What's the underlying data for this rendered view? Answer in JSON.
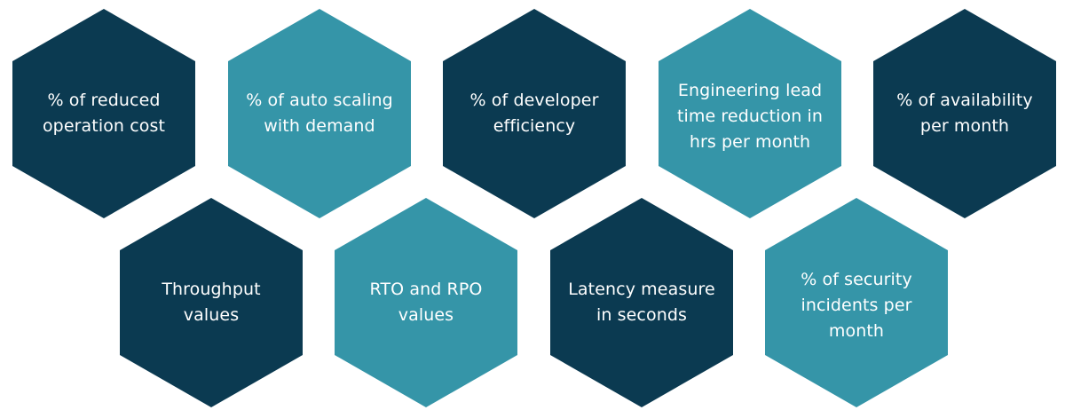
{
  "colors": {
    "dark": "#0b3a51",
    "light": "#3595a8",
    "text": "#ffffff",
    "background": "#ffffff"
  },
  "metrics": [
    {
      "label": "% of reduced\noperation cost",
      "tone": "dark"
    },
    {
      "label": "% of auto scaling\nwith demand",
      "tone": "light"
    },
    {
      "label": "% of developer\nefficiency",
      "tone": "dark"
    },
    {
      "label": "Engineering lead\ntime reduction in\nhrs per month",
      "tone": "light"
    },
    {
      "label": "% of availability\nper month",
      "tone": "dark"
    },
    {
      "label": "Throughput\nvalues",
      "tone": "dark"
    },
    {
      "label": "RTO and RPO\nvalues",
      "tone": "light"
    },
    {
      "label": "Latency measure\nin seconds",
      "tone": "dark"
    },
    {
      "label": "% of security\nincidents per\nmonth",
      "tone": "light"
    }
  ]
}
